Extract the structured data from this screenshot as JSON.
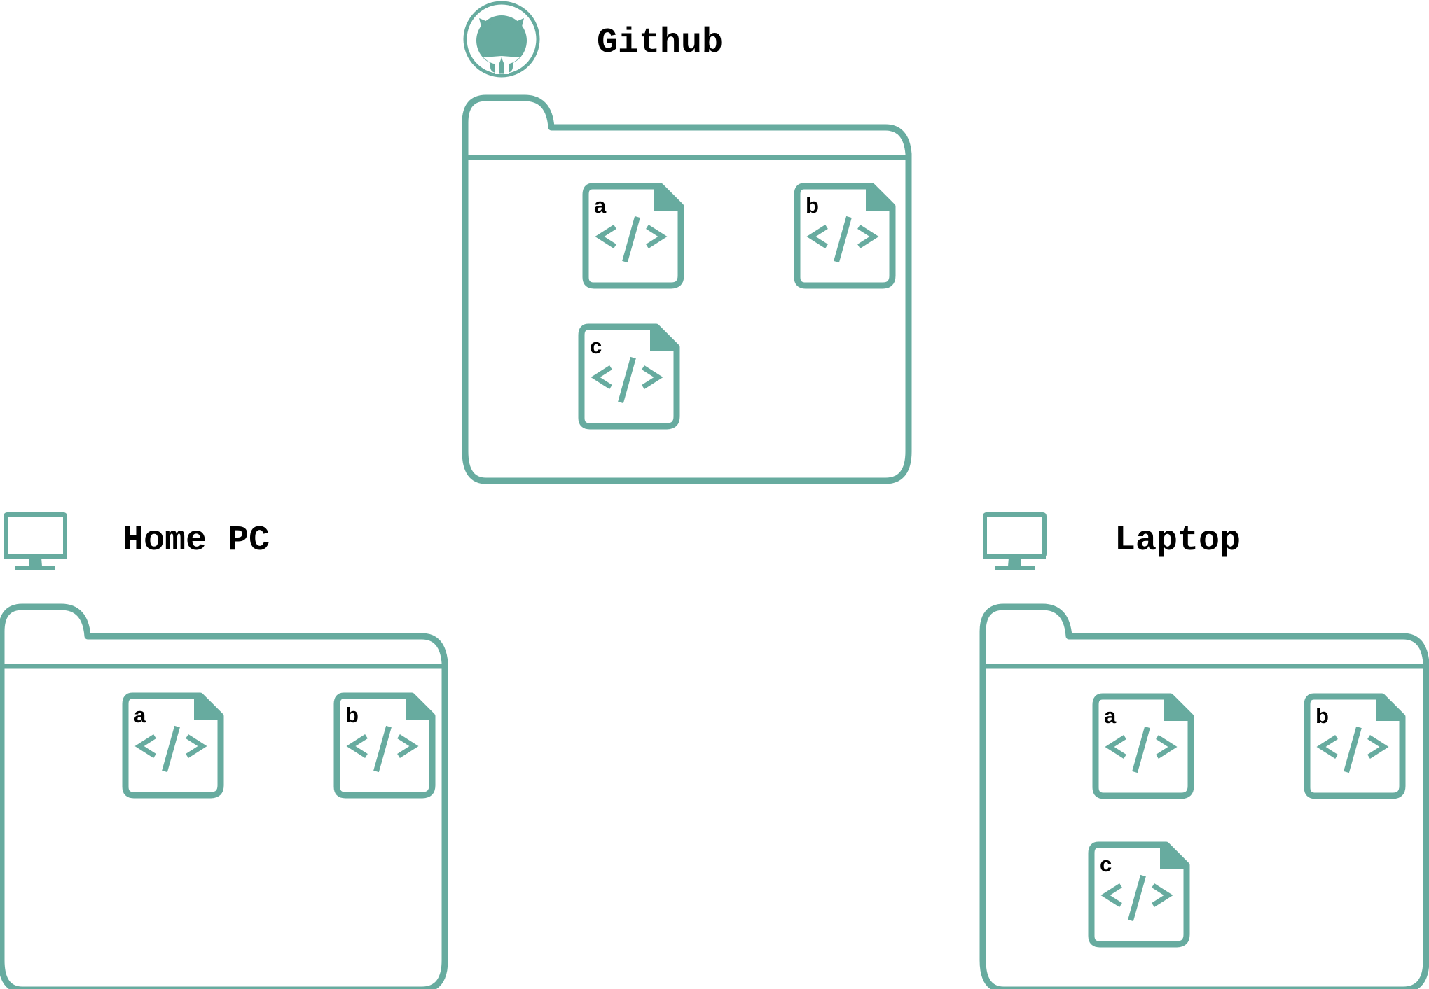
{
  "accent_color": "#67AB9F",
  "nodes": [
    {
      "id": "github",
      "title": "Github",
      "icon": "github-icon",
      "files": [
        "a",
        "b",
        "c"
      ]
    },
    {
      "id": "home-pc",
      "title": "Home PC",
      "icon": "monitor-icon",
      "files": [
        "a",
        "b"
      ]
    },
    {
      "id": "laptop",
      "title": "Laptop",
      "icon": "monitor-icon",
      "files": [
        "a",
        "b",
        "c"
      ]
    }
  ]
}
